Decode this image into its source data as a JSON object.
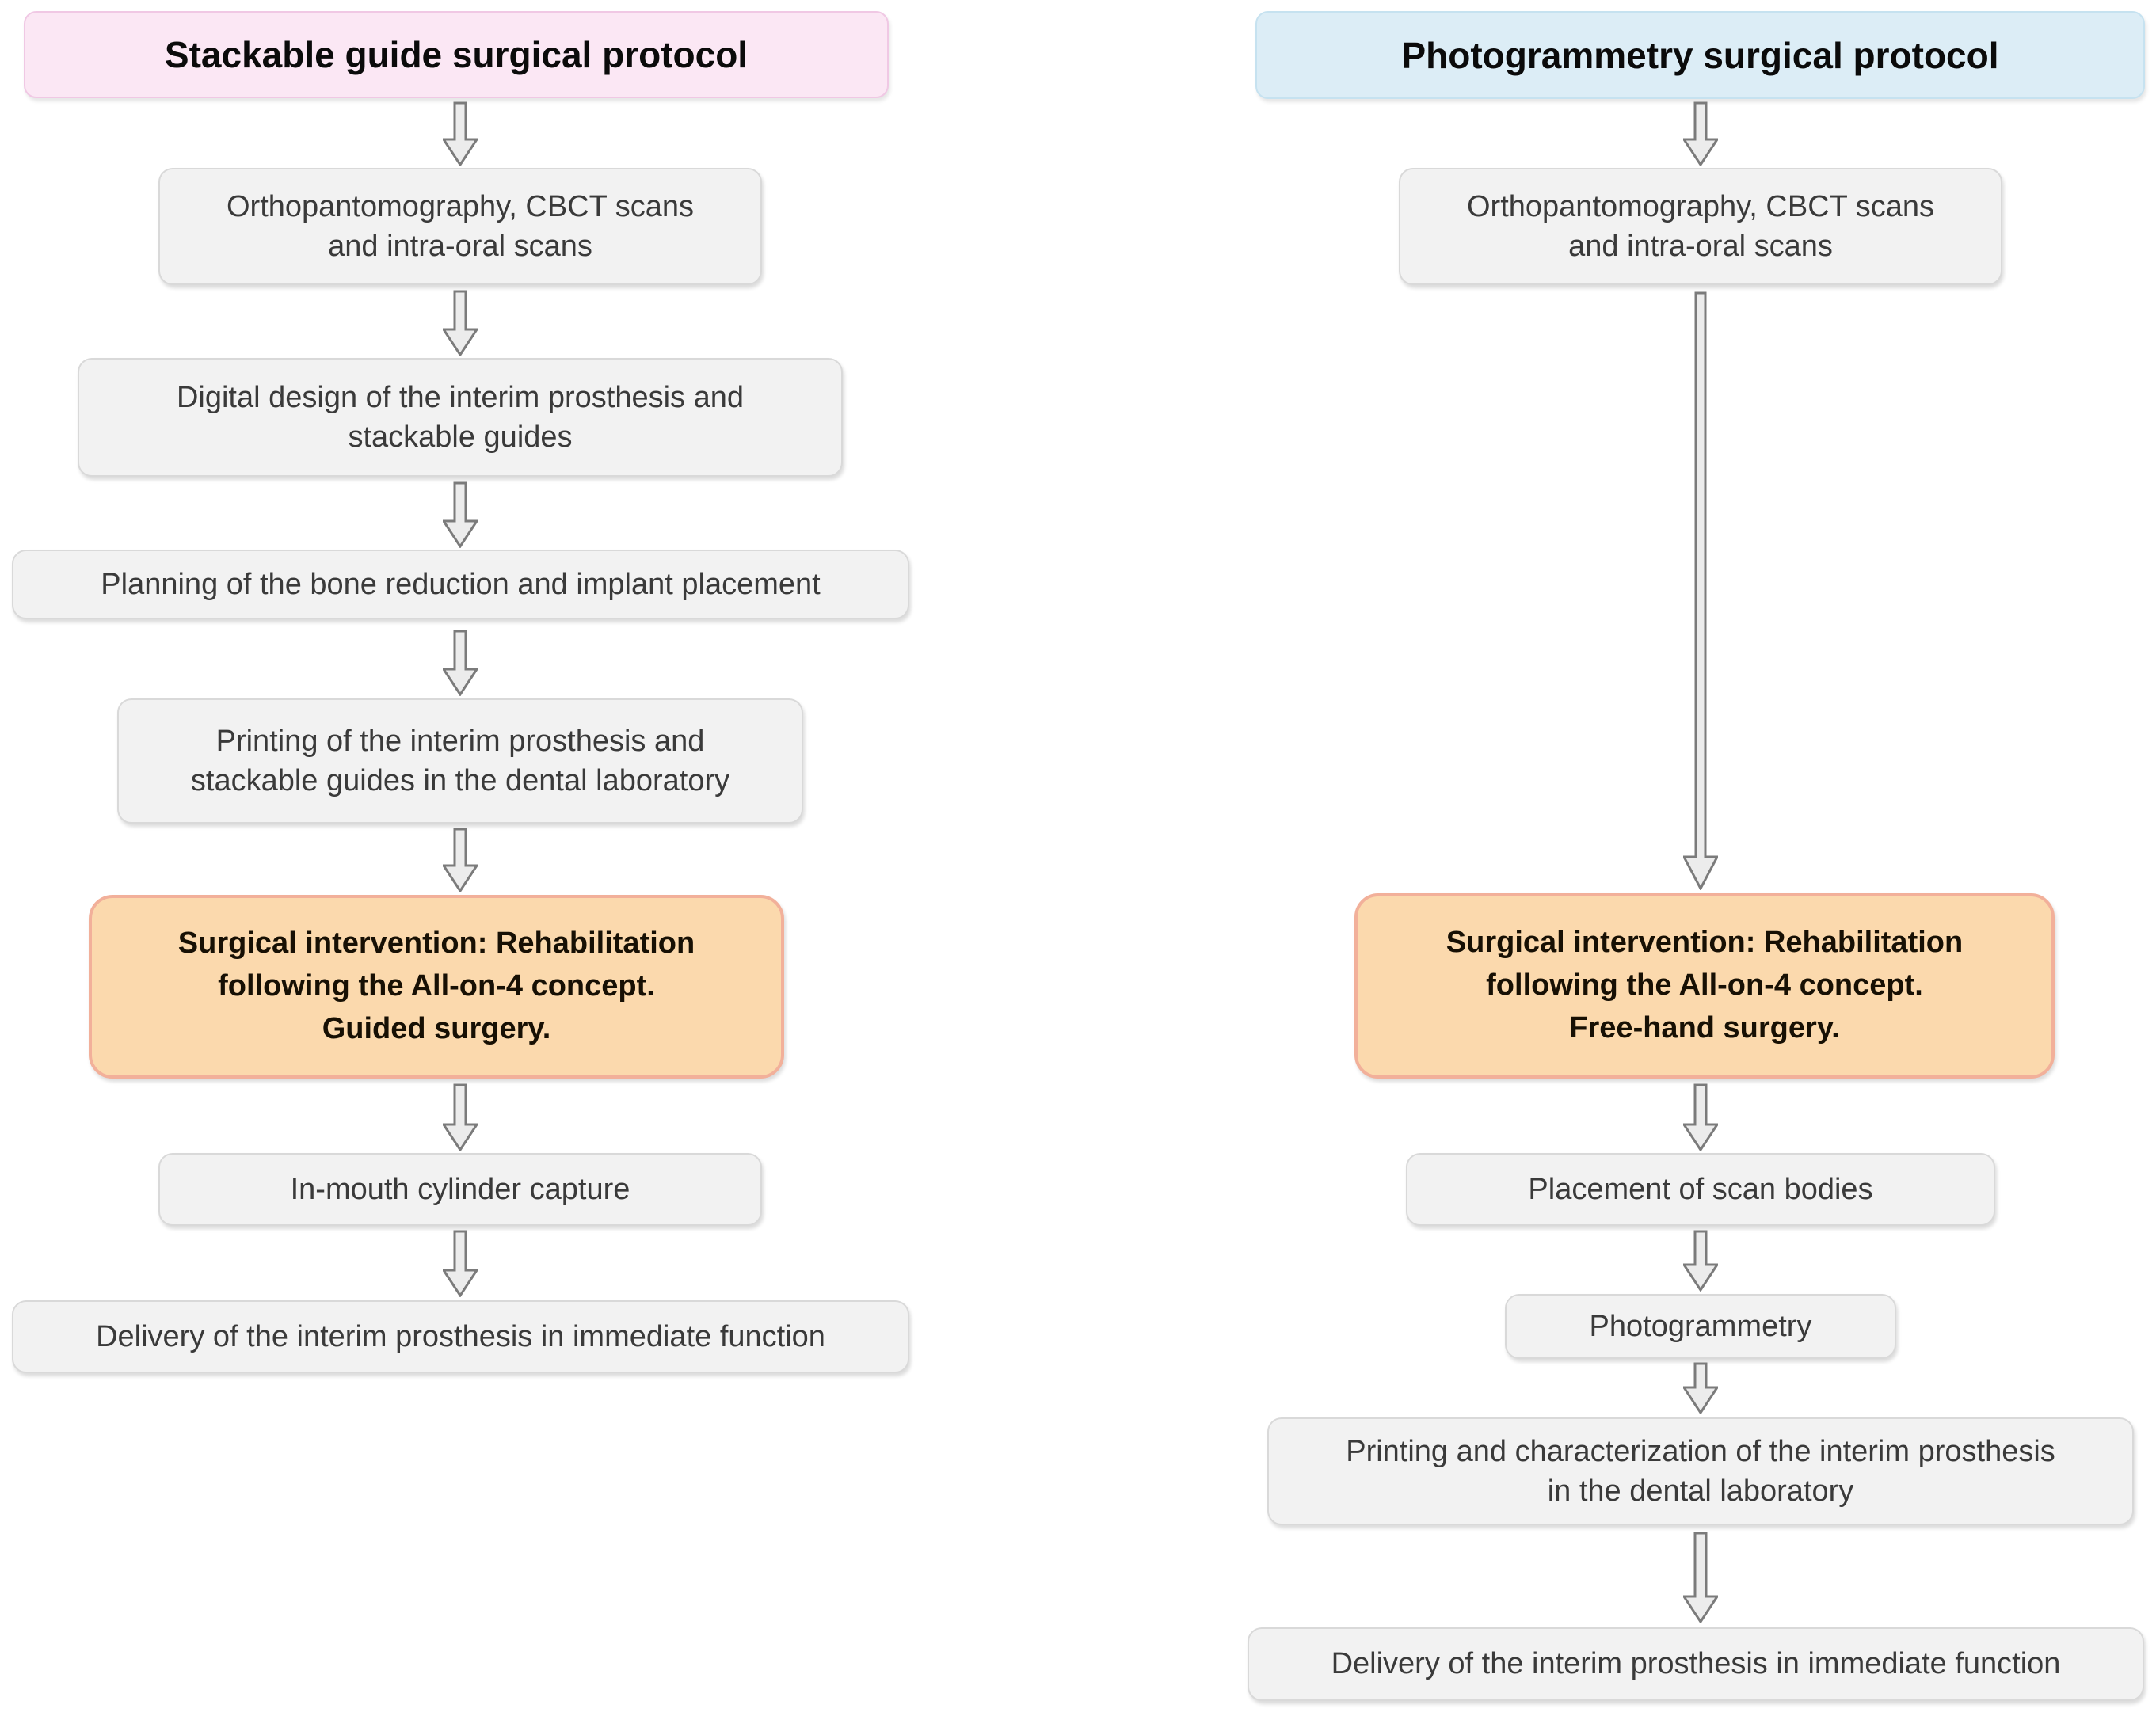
{
  "figure": {
    "type": "flowchart",
    "columns": [
      {
        "id": "left",
        "title": "Stackable guide surgical protocol",
        "header_bg": "#fbe7f4",
        "header_border": "#f0c8e4",
        "steps": [
          {
            "style": "plain",
            "lines": [
              "Orthopantomography, CBCT scans",
              "and intra-oral scans"
            ]
          },
          {
            "style": "plain",
            "lines": [
              "Digital design of the interim prosthesis and",
              "stackable guides"
            ]
          },
          {
            "style": "plain",
            "lines": [
              "Planning of the bone reduction and implant placement"
            ]
          },
          {
            "style": "plain",
            "lines": [
              "Printing of the interim prosthesis and",
              "stackable guides in the dental laboratory"
            ]
          },
          {
            "style": "highlight",
            "lines": [
              "Surgical intervention: Rehabilitation",
              "following the All-on-4 concept.",
              "Guided surgery."
            ]
          },
          {
            "style": "plain",
            "lines": [
              "In-mouth cylinder capture"
            ]
          },
          {
            "style": "plain",
            "lines": [
              "Delivery of the interim prosthesis in immediate function"
            ]
          }
        ]
      },
      {
        "id": "right",
        "title": "Photogrammetry surgical protocol",
        "header_bg": "#dcedf6",
        "header_border": "#c6e2f0",
        "steps": [
          {
            "style": "plain",
            "lines": [
              "Orthopantomography, CBCT scans",
              "and intra-oral scans"
            ]
          },
          {
            "style": "highlight",
            "lines": [
              "Surgical intervention: Rehabilitation",
              "following the All-on-4 concept.",
              "Free-hand surgery."
            ]
          },
          {
            "style": "plain",
            "lines": [
              "Placement of scan bodies"
            ]
          },
          {
            "style": "plain",
            "lines": [
              "Photogrammetry"
            ]
          },
          {
            "style": "plain",
            "lines": [
              "Printing and characterization of the interim prosthesis",
              "in the dental laboratory"
            ]
          },
          {
            "style": "plain",
            "lines": [
              "Delivery of the interim prosthesis in immediate function"
            ]
          }
        ]
      }
    ],
    "colors": {
      "step_bg": "#f2f2f2",
      "step_border": "#d9d9d9",
      "highlight_bg": "#fbd9ad",
      "highlight_border": "#f2b09a",
      "arrow_fill": "#ececec",
      "arrow_outline": "#7b7b7b",
      "text": "#3a3a3a"
    },
    "icons": {
      "connector": "block-arrow-down-icon"
    }
  }
}
